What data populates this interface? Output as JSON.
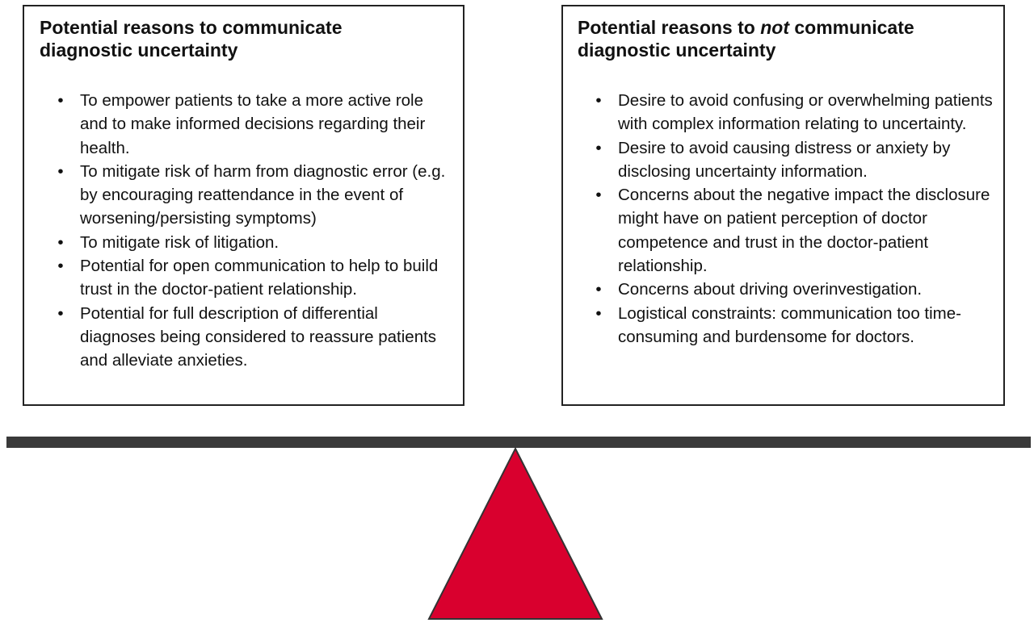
{
  "left_panel": {
    "title_line1": "Potential reasons to communicate",
    "title_line2": "diagnostic uncertainty",
    "items": [
      "To empower patients to take a more active role and to make informed decisions regarding their health.",
      "To mitigate risk of harm from diagnostic error (e.g. by encouraging reattendance in the event of worsening/persisting symptoms)",
      "To mitigate risk of litigation.",
      "Potential for open communication to help to build trust in the doctor-patient relationship.",
      "Potential for full description of differential diagnoses being considered to reassure patients and alleviate anxieties."
    ]
  },
  "right_panel": {
    "title_prefix": "Potential reasons to ",
    "title_emphasis": "not",
    "title_suffix": " communicate",
    "title_line2": "diagnostic uncertainty",
    "items": [
      "Desire to avoid confusing or overwhelming patients with complex information relating to uncertainty.",
      "Desire to avoid causing distress or anxiety by disclosing uncertainty information.",
      "Concerns about the negative impact the disclosure might have on patient perception of doctor competence and trust in the doctor-patient relationship.",
      "Concerns about driving overinvestigation.",
      "Logistical constraints: communication too time-consuming and burdensome for doctors."
    ]
  },
  "bullet_glyph": "•",
  "colors": {
    "beam": "#3a3a3a",
    "fulcrum": "#d9002e",
    "fulcrum_outline": "#333333",
    "box_border": "#222222"
  }
}
